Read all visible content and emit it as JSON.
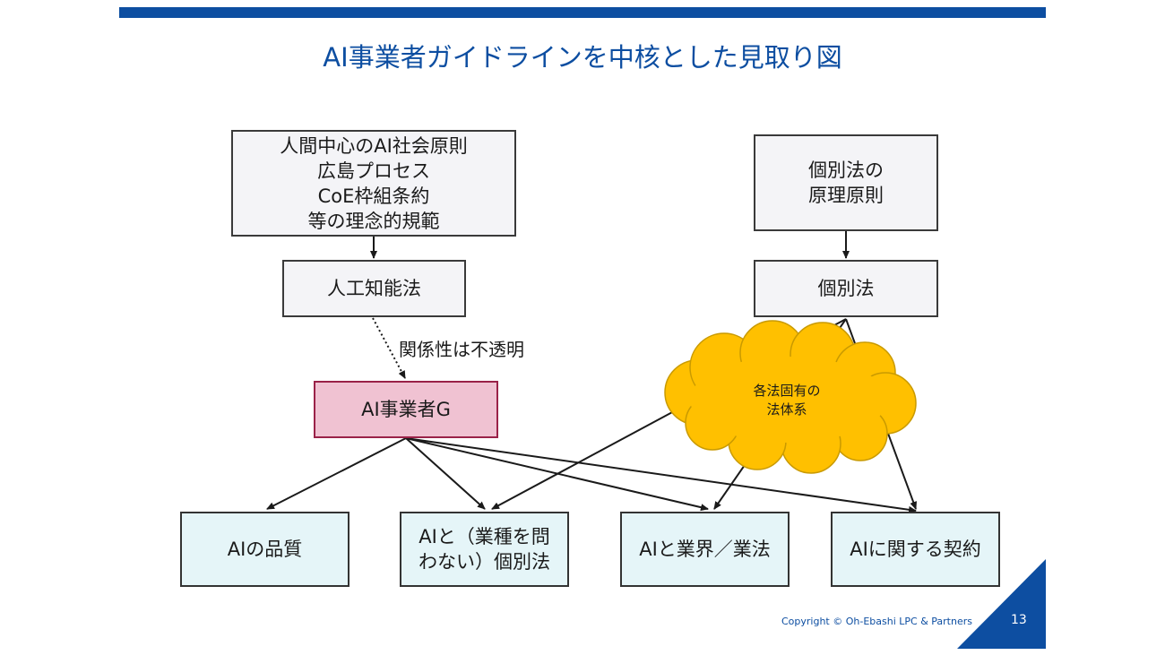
{
  "title": "AI事業者ガイドラインを中核とした見取り図",
  "boxes": {
    "principles": "人間中心のAI社会原則\n広島プロセス\nCoE枠組条約\n等の理念的規範",
    "ai_law": "人工知能法",
    "ai_guideline": "AI事業者G",
    "individual_principles": "個別法の\n原理原則",
    "individual_law": "個別法",
    "quality": "AIの品質",
    "general_law": "AIと（業種を問\nわない）個別法",
    "industry_law": "AIと業界／業法",
    "contract": "AIに関する契約"
  },
  "labels": {
    "opaque": "関係性は不透明",
    "cloud": "各法固有の\n法体系"
  },
  "footer": {
    "copyright": "Copyright © Oh-Ebashi LPC & Partners",
    "page": "13"
  },
  "colors": {
    "accent": "#0d4ea1",
    "pink_fill": "#f0c2d2",
    "cyan_fill": "#e5f5f8",
    "cloud_fill": "#ffc000"
  }
}
